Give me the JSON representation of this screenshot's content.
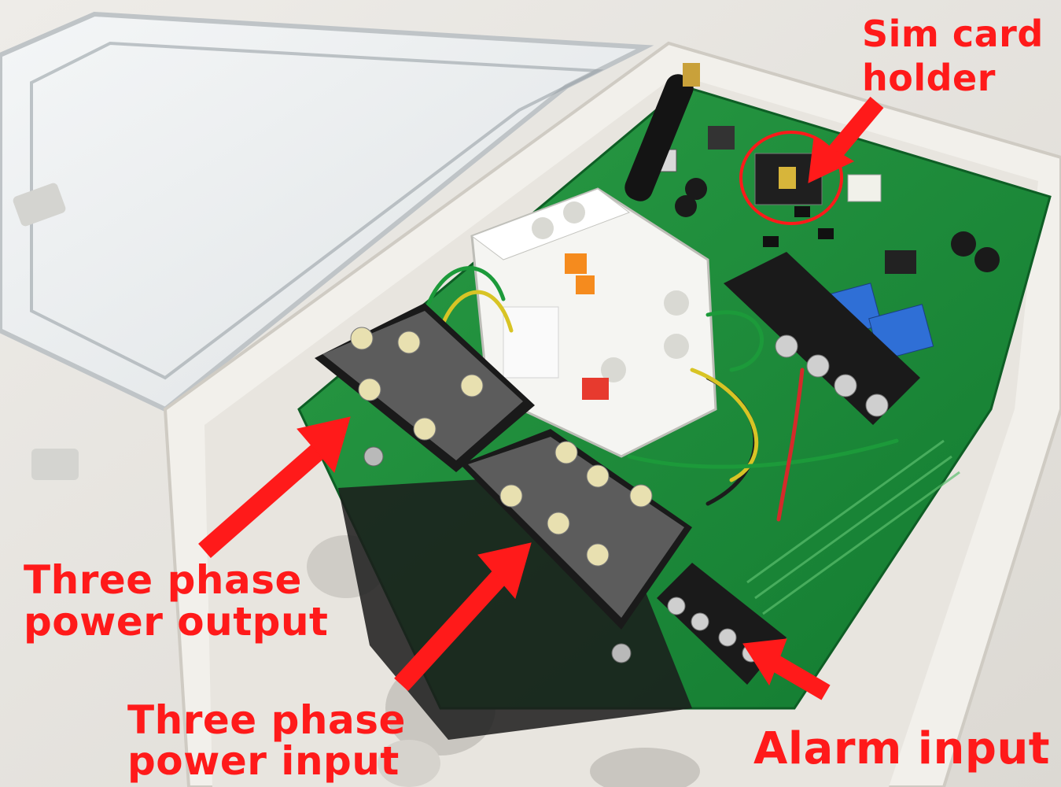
{
  "labels": {
    "sim_line1": "Sim card",
    "sim_line2": "holder",
    "output_line1": "Three phase",
    "output_line2": "power output",
    "input_line1": "Three phase",
    "input_line2": "power input",
    "alarm": "Alarm input"
  },
  "colors": {
    "annotation": "#ff1a1a",
    "pcb": "#1c8a3a",
    "enclosure": "#f1efea"
  }
}
